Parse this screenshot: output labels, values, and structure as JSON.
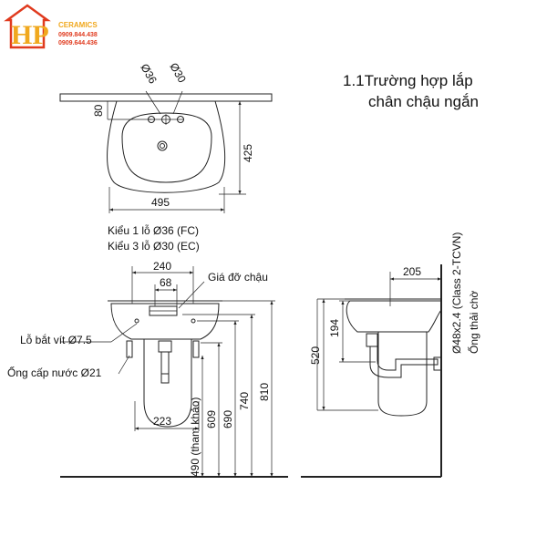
{
  "logo": {
    "mark": "HP",
    "brand": "CERAMICS",
    "phone1": "0909.844.438",
    "phone2": "0909.644.436"
  },
  "heading": {
    "line1": "1.1Trường hợp lắp",
    "line2": "chân chậu ngắn"
  },
  "top_view": {
    "hole_36": "Ø36",
    "hole_30": "Ø30",
    "dim_80": "80",
    "dim_425": "425",
    "dim_495": "495",
    "caption1": "Kiểu 1 lỗ Ø36 (FC)",
    "caption2": "Kiểu 3 lỗ Ø30 (EC)"
  },
  "front_view": {
    "dim_240": "240",
    "dim_68": "68",
    "bracket_label": "Giá đỡ chậu",
    "screw_hole_label": "Lỗ bắt vít Ø7.5",
    "water_pipe_label": "Ống cấp nước Ø21",
    "dim_223": "223",
    "dim_490": "490 (tham khảo)",
    "dim_609": "609",
    "dim_690": "690",
    "dim_740": "740",
    "dim_810": "810"
  },
  "side_view": {
    "dim_205": "205",
    "dim_194": "194",
    "dim_520": "520",
    "pipe_label": "Ø48x2.4 (Class 2-TCVN)",
    "drain_label": "Ống thải chờ"
  }
}
